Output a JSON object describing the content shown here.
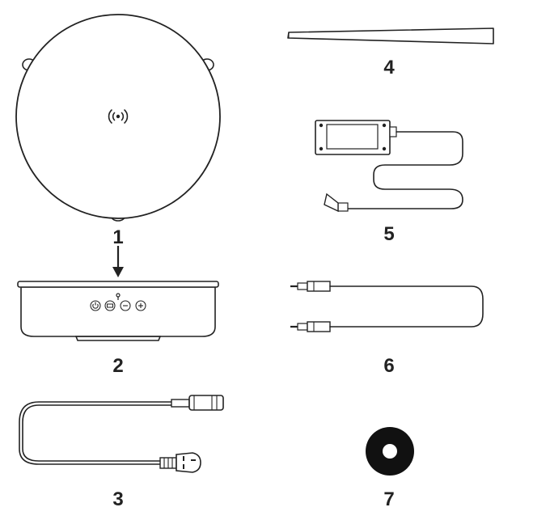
{
  "items": [
    {
      "id": "wireless-charger-pad",
      "label": "1"
    },
    {
      "id": "speaker-base",
      "label": "2"
    },
    {
      "id": "mains-power-cable",
      "label": "3"
    },
    {
      "id": "antenna",
      "label": "4"
    },
    {
      "id": "power-adapter",
      "label": "5"
    },
    {
      "id": "aux-audio-cable",
      "label": "6"
    },
    {
      "id": "adhesive-pad",
      "label": "7"
    }
  ],
  "icons": {
    "charger_symbol": "wireless-charging-icon",
    "base_buttons": [
      "power-icon",
      "mode-icon",
      "minus-icon",
      "plus-icon"
    ],
    "indicator": "led-indicator-icon"
  },
  "colors": {
    "line": "#222222",
    "background": "#ffffff"
  }
}
